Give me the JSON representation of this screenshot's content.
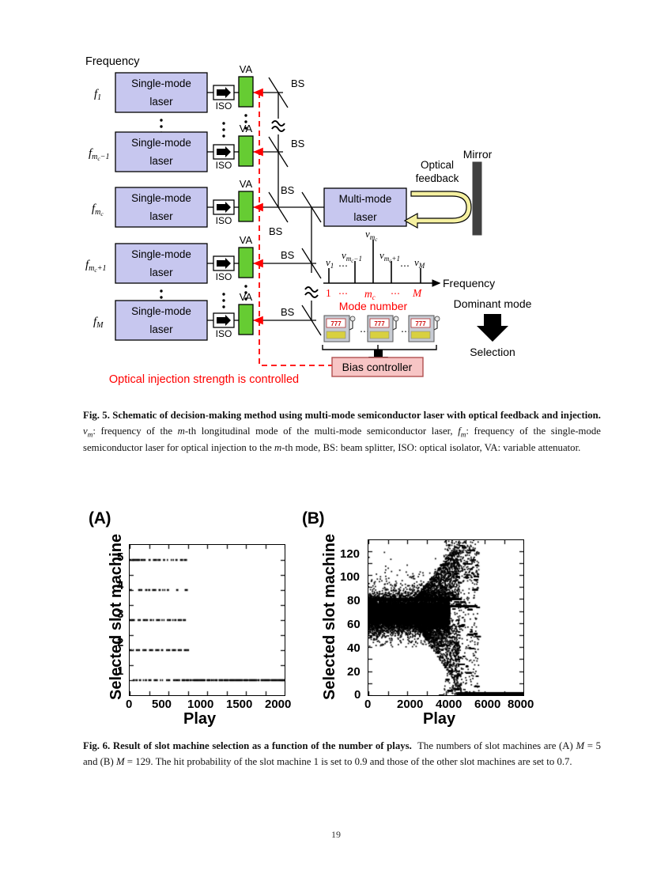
{
  "page": {
    "number": "19"
  },
  "figure5": {
    "label_frequency": "Frequency",
    "laser_rows": [
      {
        "freq_base": "f",
        "freq_sub": "1",
        "box_line1": "Single-mode",
        "box_line2": "laser",
        "iso": "ISO",
        "va": "VA",
        "bs": "BS"
      },
      {
        "freq_base": "f",
        "freq_sub": "m_c−1",
        "box_line1": "Single-mode",
        "box_line2": "laser",
        "iso": "ISO",
        "va": "VA",
        "bs": "BS"
      },
      {
        "freq_base": "f",
        "freq_sub": "m_c",
        "box_line1": "Single-mode",
        "box_line2": "laser",
        "iso": "ISO",
        "va": "VA",
        "bs": "BS"
      },
      {
        "freq_base": "f",
        "freq_sub": "m_c+1",
        "box_line1": "Single-mode",
        "box_line2": "laser",
        "iso": "ISO",
        "va": "VA",
        "bs": "BS"
      },
      {
        "freq_base": "f",
        "freq_sub": "M",
        "box_line1": "Single-mode",
        "box_line2": "laser",
        "iso": "ISO",
        "va": "VA",
        "bs": "BS"
      }
    ],
    "bs_extra_label": "BS",
    "multimode_line1": "Multi-mode",
    "multimode_line2": "laser",
    "optical_feedback_line1": "Optical",
    "optical_feedback_line2": "feedback",
    "mirror": "Mirror",
    "spectrum": {
      "mode_labels": [
        "ν1",
        "νmc−1",
        "νmc",
        "νmc+1",
        "νM"
      ],
      "dots": "⋯",
      "axis_label": "Frequency",
      "mode_numbers": [
        "1",
        "mc",
        "M"
      ],
      "mode_number_label": "Mode number"
    },
    "slot_machine_symbol": "777",
    "bias_controller": "Bias controller",
    "dominant_mode": "Dominant mode",
    "selection": "Selection",
    "red_note": "Optical injection strength is controlled",
    "colors": {
      "laser_box": "#c7c7ef",
      "va_box": "#66cc33",
      "bias_box": "#f7c5c5",
      "feedback_arrow": "#f5f0a0",
      "mirror": "#404040",
      "red": "#ff0000",
      "slot_body": "#c8ccd4"
    }
  },
  "fig5_caption": {
    "bold_part": "Fig. 5. Schematic of decision-making method using multi-mode semiconductor laser with optical feedback and injection.",
    "rest_1": "ν",
    "rest_sub_1": "m",
    "rest_2": ": frequency of the ",
    "rest_italic_1": "m",
    "rest_3": "-th longitudinal mode of the multi-mode semiconductor laser, ",
    "rest_italic_2": "f",
    "rest_sub_2": "m",
    "rest_4": ": frequency of the single-mode semiconductor laser for optical injection to the ",
    "rest_italic_3": "m",
    "rest_5": "-th mode, BS: beam splitter, ISO: optical isolator, VA: variable attenuator."
  },
  "fig6_caption": {
    "bold_part": "Fig. 6. Result of slot machine selection as a function of the number of plays.",
    "rest_1": " The numbers of slot machines are (A) ",
    "italic_M1": "M",
    "rest_2": " = 5 and (B) ",
    "italic_M2": "M",
    "rest_3": " = 129. The hit probability of the slot machine 1 is set to 0.9 and those of the other slot machines are set to 0.7."
  },
  "chart_data": [
    {
      "type": "scatter",
      "panel": "(A)",
      "title": "",
      "xlabel": "Play",
      "ylabel": "Selected slot machine",
      "xlim": [
        0,
        2000
      ],
      "ylim": [
        0.5,
        5.5
      ],
      "xticks": [
        0,
        500,
        1000,
        1500,
        2000
      ],
      "xtick_labels": [
        "0",
        "500",
        "1000",
        "1500",
        "2000"
      ],
      "yticks": [
        1,
        2,
        3,
        4,
        5
      ],
      "ytick_labels": [
        "1",
        "2",
        "3",
        "4",
        "5"
      ],
      "grid": false,
      "legend": "none",
      "n_machines": 5,
      "description": "Selected slot machine index vs play number; machines 2-5 explored sparsely up to play ~780, machine 1 selected continuously from ~60 onward to 2000.",
      "bands": [
        {
          "y": 5,
          "segments": [
            [
              0,
              120
            ],
            [
              140,
              200
            ],
            [
              230,
              260
            ],
            [
              300,
              340
            ],
            [
              360,
              400
            ],
            [
              430,
              455
            ],
            [
              480,
              500
            ],
            [
              530,
              560
            ],
            [
              590,
              610
            ],
            [
              650,
              680
            ],
            [
              700,
              730
            ]
          ]
        },
        {
          "y": 4,
          "segments": [
            [
              0,
              30
            ],
            [
              110,
              160
            ],
            [
              200,
              260
            ],
            [
              290,
              330
            ],
            [
              360,
              390
            ],
            [
              420,
              450
            ],
            [
              480,
              500
            ],
            [
              540,
              560
            ],
            [
              600,
              620
            ],
            [
              660,
              680
            ],
            [
              710,
              745
            ]
          ]
        },
        {
          "y": 3,
          "segments": [
            [
              0,
              60
            ],
            [
              90,
              140
            ],
            [
              170,
              230
            ],
            [
              260,
              310
            ],
            [
              340,
              380
            ],
            [
              410,
              450
            ],
            [
              480,
              520
            ],
            [
              550,
              590
            ],
            [
              620,
              660
            ],
            [
              685,
              730
            ]
          ]
        },
        {
          "y": 2,
          "segments": [
            [
              0,
              45
            ],
            [
              80,
              130
            ],
            [
              165,
              215
            ],
            [
              250,
              300
            ],
            [
              330,
              375
            ],
            [
              405,
              440
            ],
            [
              470,
              510
            ],
            [
              545,
              585
            ],
            [
              620,
              660
            ],
            [
              700,
              760
            ]
          ]
        },
        {
          "y": 1,
          "segments": [
            [
              40,
              55
            ],
            [
              75,
              90
            ],
            [
              120,
              145
            ],
            [
              170,
              210
            ],
            [
              240,
              280
            ],
            [
              310,
              360
            ],
            [
              390,
              440
            ],
            [
              470,
              530
            ],
            [
              560,
              640
            ],
            [
              670,
              2000
            ]
          ]
        }
      ]
    },
    {
      "type": "scatter",
      "panel": "(B)",
      "title": "",
      "xlabel": "Play",
      "ylabel": "Selected slot machine",
      "xlim": [
        0,
        8000
      ],
      "ylim": [
        0,
        129
      ],
      "xticks": [
        0,
        2000,
        4000,
        6000,
        8000
      ],
      "xtick_labels": [
        "0",
        "2000",
        "4000",
        "6000",
        "8000"
      ],
      "yticks": [
        0,
        20,
        40,
        60,
        80,
        100,
        120
      ],
      "ytick_labels": [
        "0",
        "20",
        "40",
        "60",
        "80",
        "100",
        "120"
      ],
      "grid": false,
      "legend": "none",
      "n_machines": 129,
      "description": "Dense exploration cloud centered near machine 60-80 for plays 0-4000, spreading to 0-129 by play ~4500, then converging to machine 1 (y~1) as a solid line from play ~4700 to 8000."
    }
  ]
}
